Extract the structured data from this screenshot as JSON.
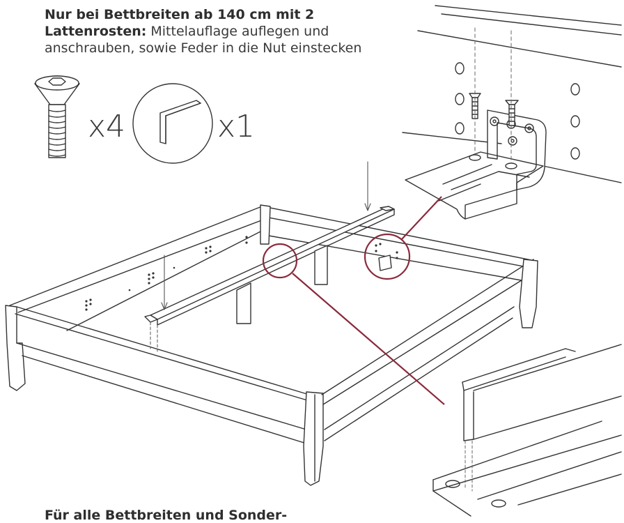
{
  "instruction": {
    "line1_bold": "Nur bei Bettbreiten ab 140 cm mit 2",
    "line2_bold": "Lattenrosten:",
    "line2_rest": " Mittelauflage auflegen und",
    "line3": "anschrauben, sowie Feder in die Nut einstecken"
  },
  "parts": {
    "screw_qty": "x4",
    "feather_qty": "x1"
  },
  "footer_text": "Für alle Bettbreiten und Sonder-",
  "colors": {
    "line": "#333333",
    "highlight": "#8a2a3c",
    "guide": "#666666"
  }
}
